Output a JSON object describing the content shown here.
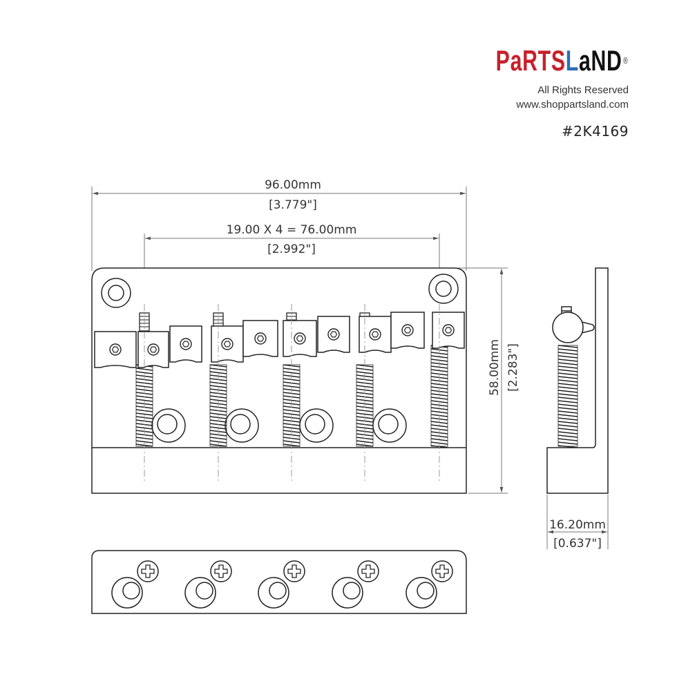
{
  "brand": {
    "logo_letters": [
      "P",
      "a",
      "R",
      "T",
      "S",
      "L",
      "a",
      "N",
      "D"
    ],
    "logo_colors": [
      "#c8202a",
      "#c8202a",
      "#c8202a",
      "#c8202a",
      "#c8202a",
      "#2a6fb5",
      "#111111",
      "#111111",
      "#111111"
    ],
    "registered": "®",
    "rights": "All Rights Reserved",
    "website": "www.shoppartsland.com",
    "part_number": "#2K4169"
  },
  "dimensions": {
    "overall_width_mm": "96.00mm",
    "overall_width_in": "[3.779\"]",
    "string_spacing_mm": "19.00 X 4 = 76.00mm",
    "string_spacing_in": "[2.992\"]",
    "length_mm": "58.00mm",
    "length_in": "[2.283\"]",
    "height_mm": "16.20mm",
    "height_in": "[0.637\"]"
  },
  "colors": {
    "line": "#222222",
    "dim_line": "#777777"
  }
}
